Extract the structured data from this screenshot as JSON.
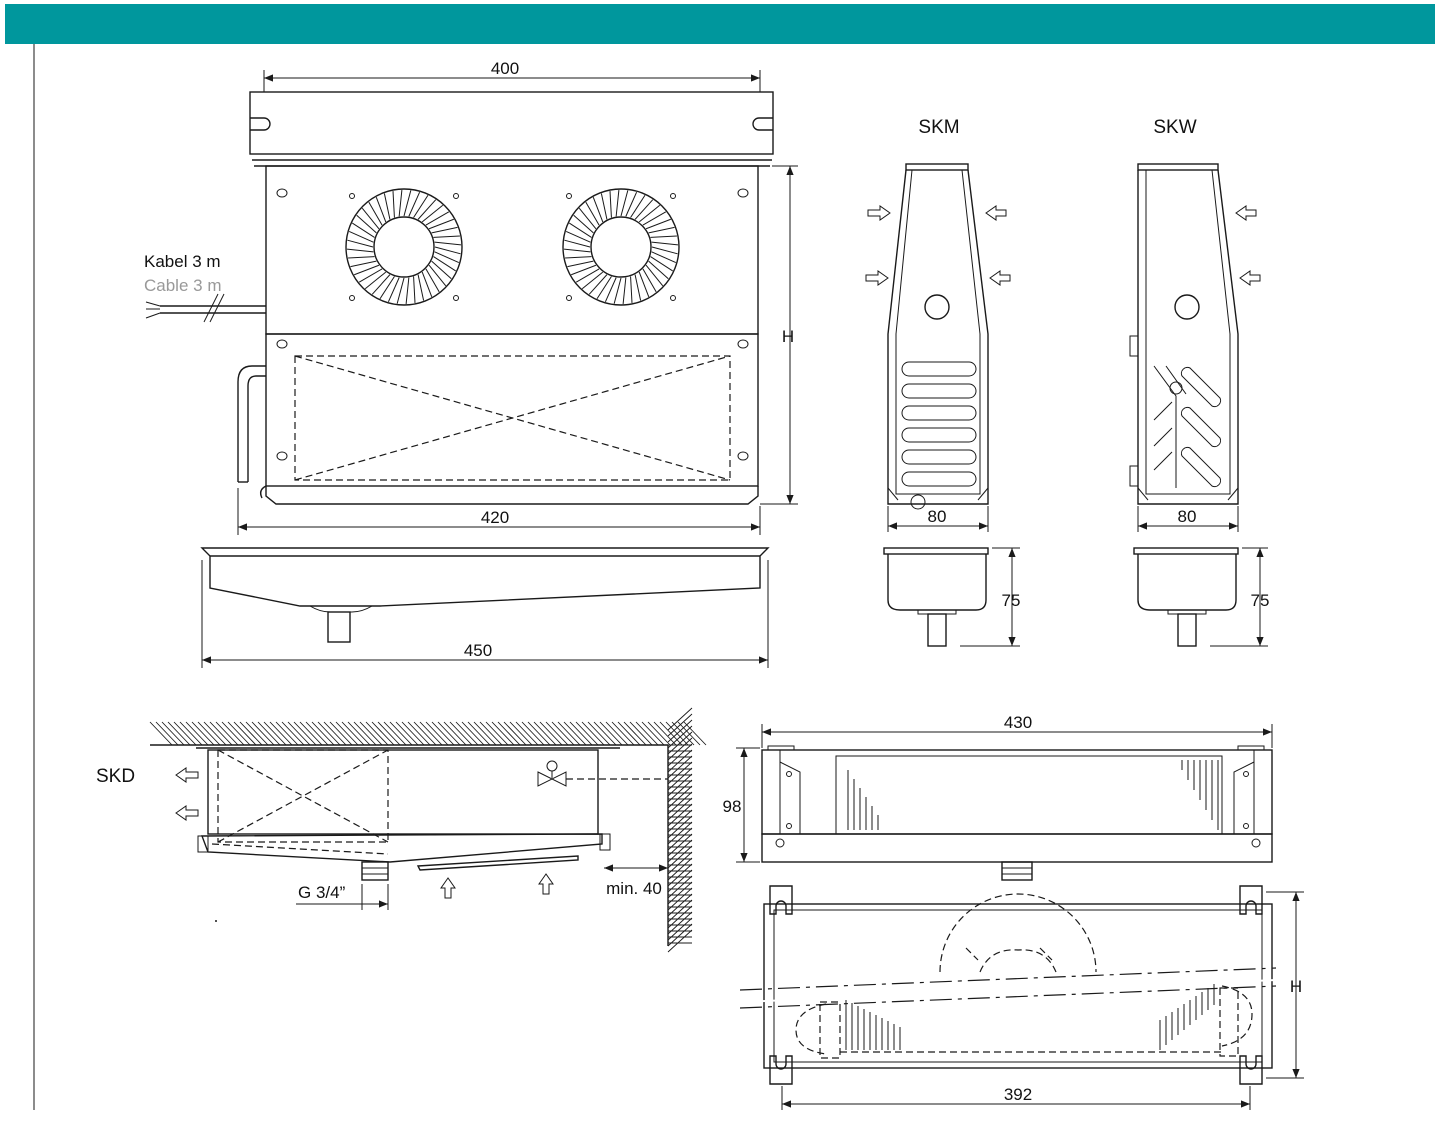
{
  "header": {
    "color": "#00979d"
  },
  "labels": {
    "dim_400": "400",
    "dim_420": "420",
    "dim_450": "450",
    "dim_H_top": "H",
    "cable_de": "Kabel 3 m",
    "cable_en": "Cable 3 m",
    "skm": "SKM",
    "skw": "SKW",
    "dim_80_skm": "80",
    "dim_80_skw": "80",
    "dim_75_skm": "75",
    "dim_75_skw": "75",
    "skd": "SKD",
    "g34": "G 3/4”",
    "min40": "min. 40",
    "dim_430": "430",
    "dim_98": "98",
    "dim_H_bottom": "H",
    "dim_392": "392"
  }
}
